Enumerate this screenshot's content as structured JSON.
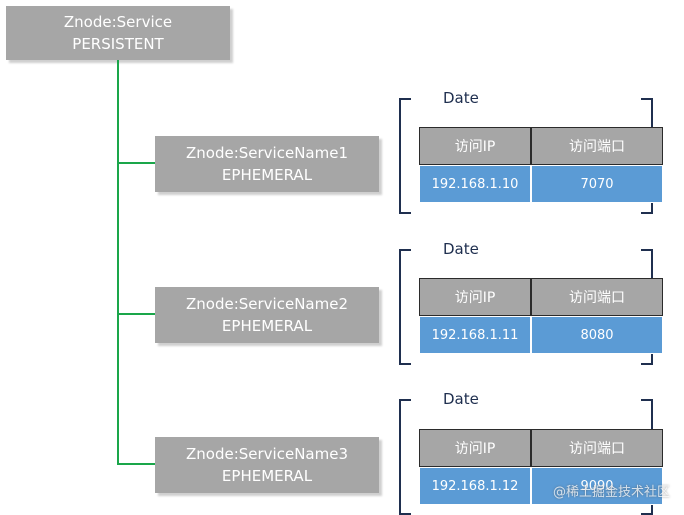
{
  "root": {
    "title": "Znode:Service",
    "type": "PERSISTENT"
  },
  "children": [
    {
      "title": "Znode:ServiceName1",
      "type": "EPHEMERAL",
      "group_label": "Date",
      "table": {
        "headers": [
          "访问IP",
          "访问端口"
        ],
        "row": [
          "192.168.1.10",
          "7070"
        ]
      }
    },
    {
      "title": "Znode:ServiceName2",
      "type": "EPHEMERAL",
      "group_label": "Date",
      "table": {
        "headers": [
          "访问IP",
          "访问端口"
        ],
        "row": [
          "192.168.1.11",
          "8080"
        ]
      }
    },
    {
      "title": "Znode:ServiceName3",
      "type": "EPHEMERAL",
      "group_label": "Date",
      "table": {
        "headers": [
          "访问IP",
          "访问端口"
        ],
        "row": [
          "192.168.1.12",
          "9090"
        ]
      }
    }
  ],
  "watermark": "@稀土掘金技术社区",
  "colors": {
    "node_fill": "#a6a6a6",
    "connector": "#1aa64a",
    "bracket": "#1f2f4f",
    "data_cell": "#5b9bd5"
  }
}
